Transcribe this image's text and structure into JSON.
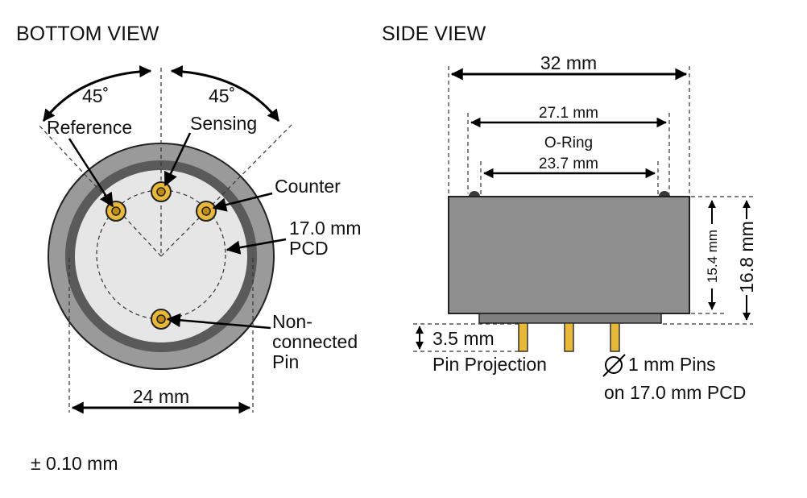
{
  "bottom_view": {
    "title": "BOTTOM VIEW",
    "angle_left": "45˚",
    "angle_right": "45˚",
    "label_reference": "Reference",
    "label_sensing": "Sensing",
    "label_counter": "Counter",
    "pcd_value": "17.0 mm",
    "pcd_label": "PCD",
    "nc_line1": "Non-",
    "nc_line2": "connected",
    "nc_line3": "Pin",
    "diameter": "24 mm"
  },
  "side_view": {
    "title": "SIDE VIEW",
    "width_total": "32 mm",
    "oring_outer": "27.1 mm",
    "oring_label": "O-Ring",
    "oring_inner": "23.7 mm",
    "height_body": "15.4 mm",
    "height_total": "16.8 mm",
    "pin_projection_value": "3.5 mm",
    "pin_projection_label": "Pin Projection",
    "pins_line1": "1 mm Pins",
    "pins_line2": "on 17.0 mm PCD"
  },
  "tolerance": "± 0.10 mm",
  "colors": {
    "outer_body": "#9a9a9a",
    "ring": "#5a5a5a",
    "inner_face": "#e6e6e6",
    "side_body": "#8f8f8f",
    "pin_gold": "#e8b838"
  }
}
